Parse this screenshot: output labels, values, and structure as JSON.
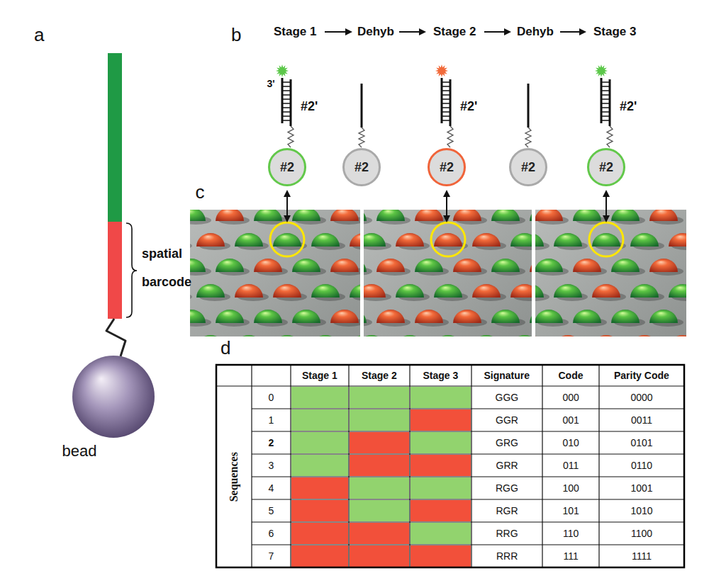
{
  "diagram": {
    "nodes": [
      {
        "text": [
          "#2"
        ]
      },
      {
        "text": [
          "#2"
        ]
      },
      {
        "text": [
          "#2"
        ]
      },
      {
        "text": [
          "#2"
        ]
      },
      {
        "text": [
          "#2"
        ]
      }
    ],
    "labels": [
      "a",
      "spatial barcode",
      "bead",
      "b",
      "Stage 1",
      "Dehyb",
      "Stage 2",
      "Dehyb",
      "Stage 3",
      "3'",
      "#2'",
      "#2'",
      "#2'",
      "c",
      "d",
      "Stage 1",
      "Stage 2",
      "Stage 3",
      "Signature",
      "Code",
      "Parity Code",
      "Sequences",
      "0",
      "GGG",
      "000",
      "0000",
      "1",
      "GGR",
      "001",
      "0011",
      "2",
      "GRG",
      "010",
      "0101",
      "3",
      "GRR",
      "011",
      "0110",
      "4",
      "RGG",
      "100",
      "1001",
      "5",
      "RGR",
      "101",
      "1010",
      "6",
      "RRG",
      "110",
      "1100",
      "7",
      "RRR",
      "111",
      "1111"
    ]
  }
}
